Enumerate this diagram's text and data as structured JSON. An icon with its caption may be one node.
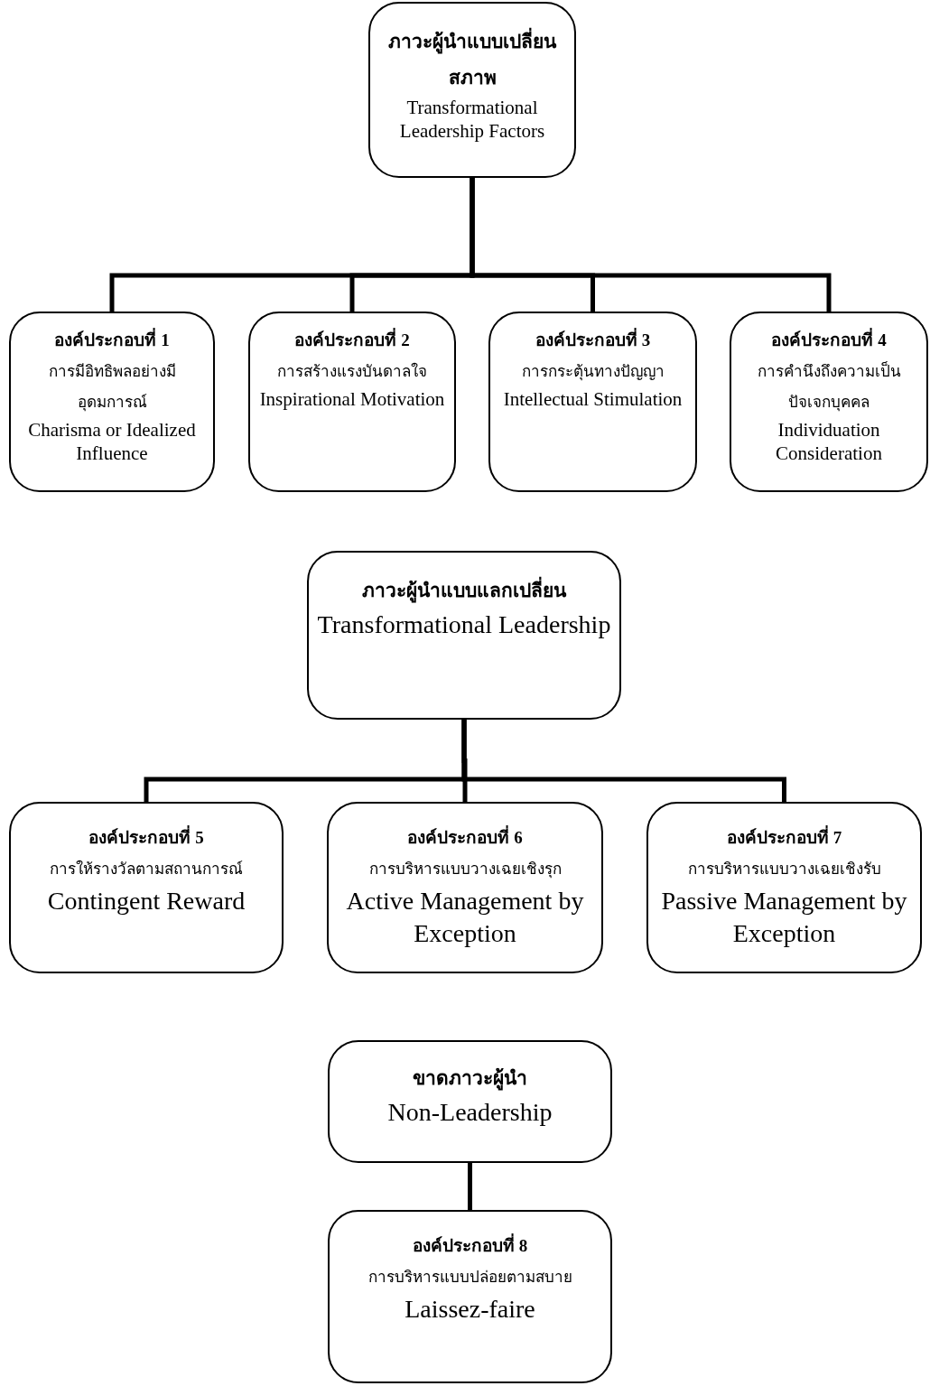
{
  "diagram": {
    "nodes": [
      {
        "text": [
          "ภาวะผู้นำแบบเปลี่ยนสภาพ",
          "Transformational Leadership Factors"
        ]
      },
      {
        "text": [
          "องค์ประกอบที่ 1",
          "การมีอิทธิพลอย่างมีอุดมการณ์",
          "Charisma or Idealized Influence"
        ]
      },
      {
        "text": [
          "องค์ประกอบที่ 2",
          "การสร้างแรงบันดาลใจ",
          "Inspirational Motivation"
        ]
      },
      {
        "text": [
          "องค์ประกอบที่ 3",
          "การกระตุ้นทางปัญญา",
          "Intellectual Stimulation"
        ]
      },
      {
        "text": [
          "องค์ประกอบที่ 4",
          "การคำนึงถึงความเป็นปัจเจกบุคคล",
          "Individuation Consideration"
        ]
      },
      {
        "text": [
          "ภาวะผู้นำแบบแลกเปลี่ยน",
          "Transformational Leadership"
        ]
      },
      {
        "text": [
          "องค์ประกอบที่ 5",
          "การให้รางวัลตามสถานการณ์",
          "Contingent Reward"
        ]
      },
      {
        "text": [
          "องค์ประกอบที่ 6",
          "การบริหารแบบวางเฉยเชิงรุก",
          "Active Management by Exception"
        ]
      },
      {
        "text": [
          "องค์ประกอบที่ 7",
          "การบริหารแบบวางเฉยเชิงรับ",
          "Passive Management by Exception"
        ]
      },
      {
        "text": [
          "ขาดภาวะผู้นำ",
          "Non-Leadership"
        ]
      },
      {
        "text": [
          "องค์ประกอบที่ 8",
          "การบริหารแบบปล่อยตามสบาย",
          "Laissez-faire"
        ]
      }
    ],
    "edges": [
      {
        "from": 0,
        "to": 1,
        "arrow": "none"
      },
      {
        "from": 0,
        "to": 2,
        "arrow": "none"
      },
      {
        "from": 0,
        "to": 3,
        "arrow": "none"
      },
      {
        "from": 0,
        "to": 4,
        "arrow": "none"
      },
      {
        "from": 5,
        "to": 6,
        "arrow": "none"
      },
      {
        "from": 5,
        "to": 7,
        "arrow": "none"
      },
      {
        "from": 5,
        "to": 8,
        "arrow": "none"
      },
      {
        "from": 9,
        "to": 10,
        "arrow": "none"
      }
    ]
  }
}
